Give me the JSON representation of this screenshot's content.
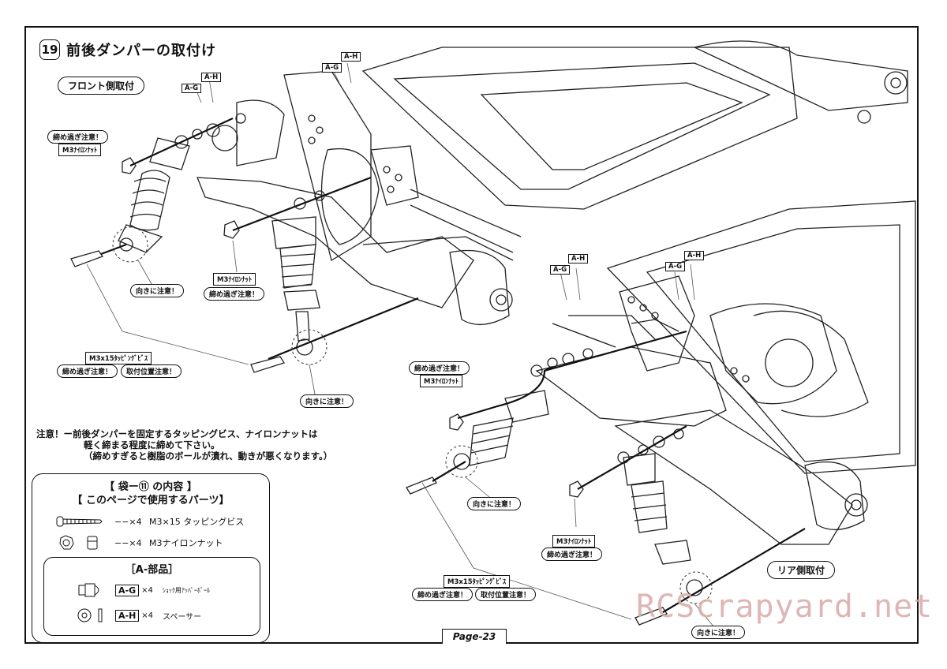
{
  "header": {
    "step_number": "19",
    "title": "前後ダンパーの取付け"
  },
  "sections": {
    "front": "フロント側取付",
    "rear": "リア側取付"
  },
  "labels": {
    "overtighten": "締め過ぎ注意！",
    "direction": "向きに注意！",
    "nut": "M3ﾅｲﾛﾝﾅｯﾄ",
    "screw": "M3x15ﾀｯﾋﾟﾝｸﾞﾋﾞｽ",
    "position": "取付位置注意！",
    "code_g": "A-G",
    "code_h": "A-H"
  },
  "caution": {
    "line1": "注意！ー前後ダンパーを固定するタッピングビス、ナイロンナットは",
    "line2": "軽く締まる程度に締めて下さい。",
    "line3": "（締めすぎると樹脂のボールが潰れ、動きが悪くなります。）"
  },
  "parts_box": {
    "title1": "【 袋ー⑪ の内容 】",
    "title2": "【 このページで使用するパーツ】",
    "items": [
      {
        "qty": "−−×4",
        "name": "M3×15 タッピングビス"
      },
      {
        "qty": "−−×4",
        "name": "M3ナイロンナット"
      }
    ],
    "sub_title": "［A-部品］",
    "sub_items": [
      {
        "code": "A-G",
        "qty": "×4",
        "name": "ｼｮｯｸ用ｱｯﾊﾟｰﾎﾞｰﾙ"
      },
      {
        "code": "A-H",
        "qty": "×4",
        "name": "スペーサー"
      }
    ]
  },
  "footer": {
    "page": "Page-23"
  },
  "watermark": "RCScrapyard.net"
}
